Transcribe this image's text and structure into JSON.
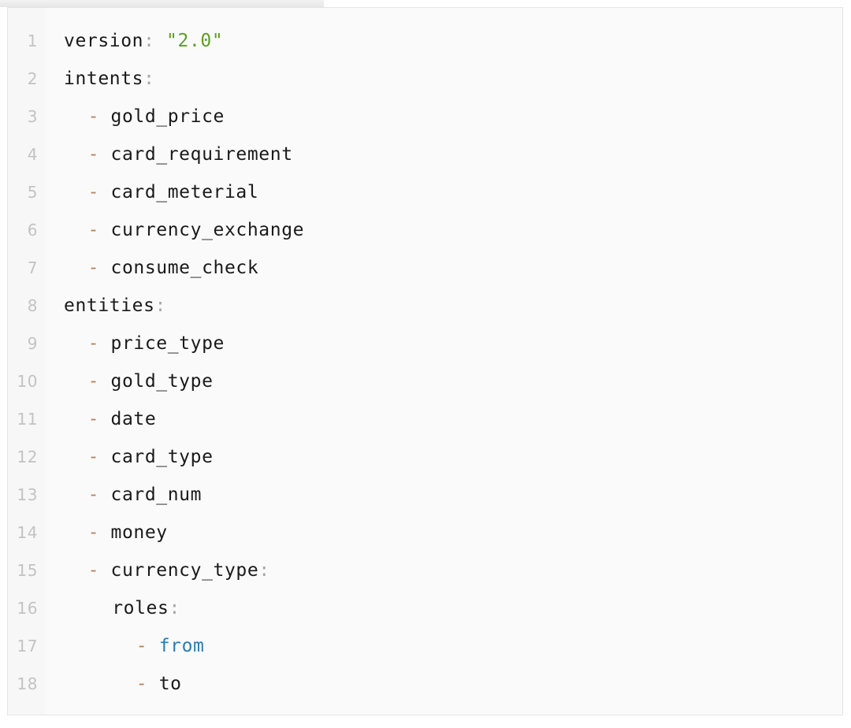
{
  "editor": {
    "language": "yaml",
    "gutter_label": "line-numbers",
    "colors": {
      "background": "#fafafa",
      "gutter": "#f7f7f7",
      "border": "#e4e4e4",
      "line_number": "#c3c3c3",
      "text": "#1a1a1a",
      "colon": "#a8a8a8",
      "dash": "#b5845a",
      "string": "#5f9e26",
      "keyword": "#2b7cb3"
    },
    "lines": [
      {
        "number": "1",
        "indent": 0,
        "tokens": [
          {
            "t": "version",
            "c": "tok-key"
          },
          {
            "t": ":",
            "c": "tok-colon"
          },
          {
            "t": " ",
            "c": "tok-plain"
          },
          {
            "t": "\"2.0\"",
            "c": "tok-string"
          }
        ]
      },
      {
        "number": "2",
        "indent": 0,
        "tokens": [
          {
            "t": "intents",
            "c": "tok-key"
          },
          {
            "t": ":",
            "c": "tok-colon"
          }
        ]
      },
      {
        "number": "3",
        "indent": 2,
        "tokens": [
          {
            "t": "-",
            "c": "tok-dash"
          },
          {
            "t": " gold_price",
            "c": "tok-plain"
          }
        ]
      },
      {
        "number": "4",
        "indent": 2,
        "tokens": [
          {
            "t": "-",
            "c": "tok-dash"
          },
          {
            "t": " card_requirement",
            "c": "tok-plain"
          }
        ]
      },
      {
        "number": "5",
        "indent": 2,
        "tokens": [
          {
            "t": "-",
            "c": "tok-dash"
          },
          {
            "t": " card_meterial",
            "c": "tok-plain"
          }
        ]
      },
      {
        "number": "6",
        "indent": 2,
        "tokens": [
          {
            "t": "-",
            "c": "tok-dash"
          },
          {
            "t": " currency_exchange",
            "c": "tok-plain"
          }
        ]
      },
      {
        "number": "7",
        "indent": 2,
        "tokens": [
          {
            "t": "-",
            "c": "tok-dash"
          },
          {
            "t": " consume_check",
            "c": "tok-plain"
          }
        ]
      },
      {
        "number": "8",
        "indent": 0,
        "tokens": [
          {
            "t": "entities",
            "c": "tok-key"
          },
          {
            "t": ":",
            "c": "tok-colon"
          }
        ]
      },
      {
        "number": "9",
        "indent": 2,
        "tokens": [
          {
            "t": "-",
            "c": "tok-dash"
          },
          {
            "t": " price_type",
            "c": "tok-plain"
          }
        ]
      },
      {
        "number": "10",
        "indent": 2,
        "tokens": [
          {
            "t": "-",
            "c": "tok-dash"
          },
          {
            "t": " gold_type",
            "c": "tok-plain"
          }
        ]
      },
      {
        "number": "11",
        "indent": 2,
        "tokens": [
          {
            "t": "-",
            "c": "tok-dash"
          },
          {
            "t": " date",
            "c": "tok-plain"
          }
        ]
      },
      {
        "number": "12",
        "indent": 2,
        "tokens": [
          {
            "t": "-",
            "c": "tok-dash"
          },
          {
            "t": " card_type",
            "c": "tok-plain"
          }
        ]
      },
      {
        "number": "13",
        "indent": 2,
        "tokens": [
          {
            "t": "-",
            "c": "tok-dash"
          },
          {
            "t": " card_num",
            "c": "tok-plain"
          }
        ]
      },
      {
        "number": "14",
        "indent": 2,
        "tokens": [
          {
            "t": "-",
            "c": "tok-dash"
          },
          {
            "t": " money",
            "c": "tok-plain"
          }
        ]
      },
      {
        "number": "15",
        "indent": 2,
        "tokens": [
          {
            "t": "-",
            "c": "tok-dash"
          },
          {
            "t": " currency_type",
            "c": "tok-key"
          },
          {
            "t": ":",
            "c": "tok-colon"
          }
        ]
      },
      {
        "number": "16",
        "indent": 4,
        "tokens": [
          {
            "t": "roles",
            "c": "tok-key"
          },
          {
            "t": ":",
            "c": "tok-colon"
          }
        ]
      },
      {
        "number": "17",
        "indent": 6,
        "tokens": [
          {
            "t": "-",
            "c": "tok-dash"
          },
          {
            "t": " ",
            "c": "tok-plain"
          },
          {
            "t": "from",
            "c": "tok-kw"
          }
        ]
      },
      {
        "number": "18",
        "indent": 6,
        "tokens": [
          {
            "t": "-",
            "c": "tok-dash"
          },
          {
            "t": " to",
            "c": "tok-plain"
          }
        ]
      }
    ]
  }
}
